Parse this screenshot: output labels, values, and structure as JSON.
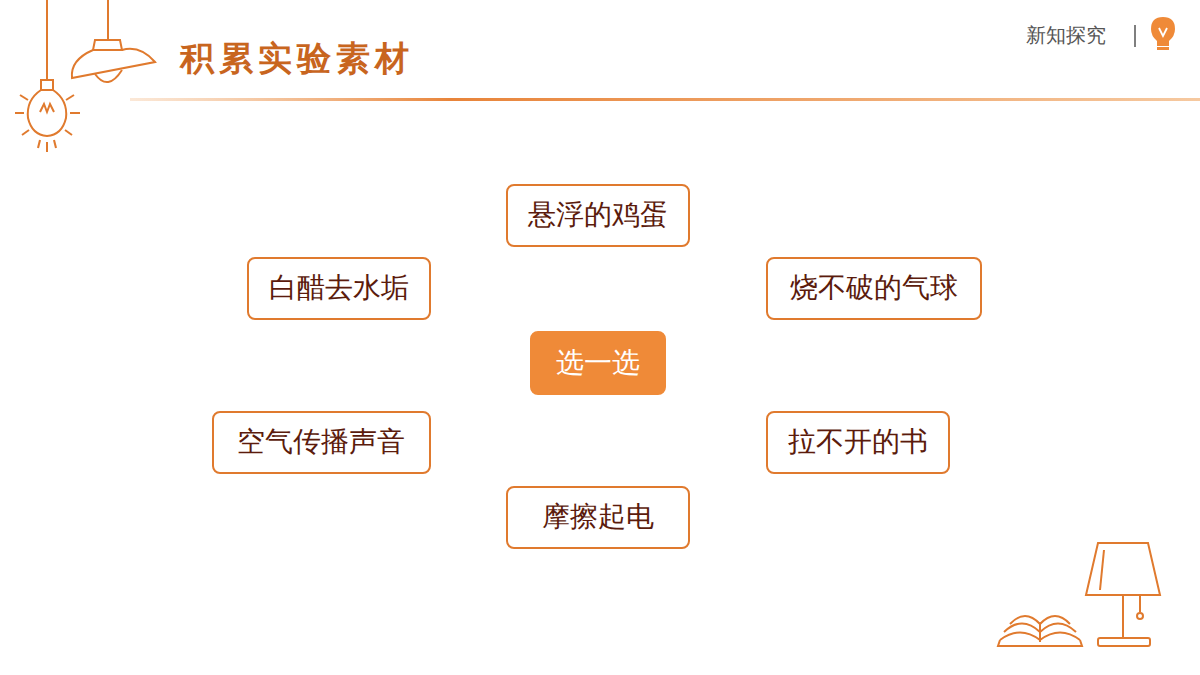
{
  "diagram": {
    "title": "积累实验素材",
    "nodes": [
      {
        "text": [
          "悬浮的鸡蛋"
        ]
      },
      {
        "text": [
          "白醋去水垢"
        ]
      },
      {
        "text": [
          "烧不破的气球"
        ]
      },
      {
        "text": [
          "选一选"
        ]
      },
      {
        "text": [
          "空气传播声音"
        ]
      },
      {
        "text": [
          "拉不开的书"
        ]
      },
      {
        "text": [
          "摩擦起电"
        ]
      }
    ],
    "labels": [
      "新知探究"
    ]
  }
}
